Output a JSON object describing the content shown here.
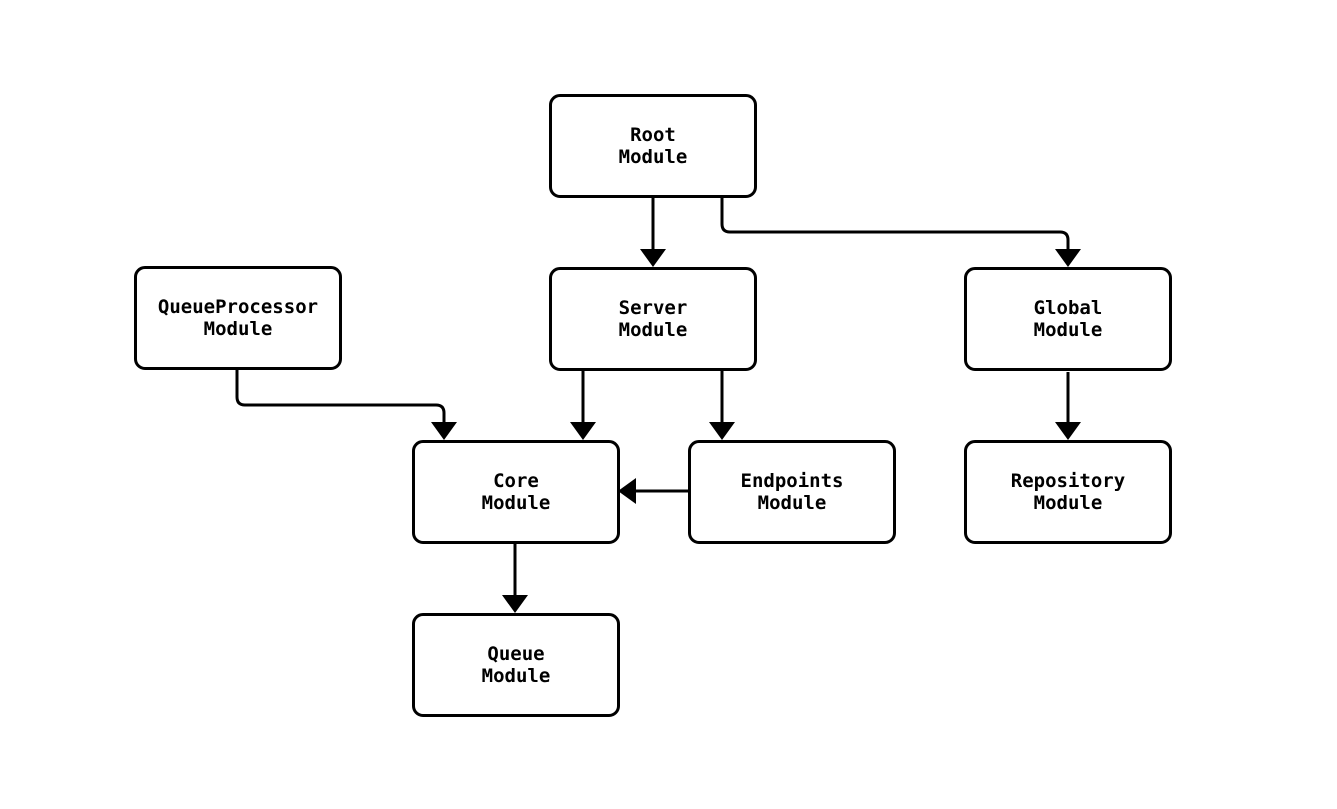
{
  "diagram": {
    "background_color": "#ffffff",
    "stroke_color": "#000000",
    "node_fill_color": "#ffffff",
    "node_text_color": "#000000",
    "nodes": [
      {
        "id": "root",
        "line1": "Root",
        "line2": "Module"
      },
      {
        "id": "queueprocessor",
        "line1": "QueueProcessor",
        "line2": "Module"
      },
      {
        "id": "server",
        "line1": "Server",
        "line2": "Module"
      },
      {
        "id": "global",
        "line1": "Global",
        "line2": "Module"
      },
      {
        "id": "core",
        "line1": "Core",
        "line2": "Module"
      },
      {
        "id": "endpoints",
        "line1": "Endpoints",
        "line2": "Module"
      },
      {
        "id": "repository",
        "line1": "Repository",
        "line2": "Module"
      },
      {
        "id": "queue",
        "line1": "Queue",
        "line2": "Module"
      }
    ],
    "edges": [
      {
        "from": "root",
        "to": "server"
      },
      {
        "from": "root",
        "to": "global"
      },
      {
        "from": "queueprocessor",
        "to": "core"
      },
      {
        "from": "server",
        "to": "core"
      },
      {
        "from": "server",
        "to": "endpoints"
      },
      {
        "from": "endpoints",
        "to": "core"
      },
      {
        "from": "global",
        "to": "repository"
      },
      {
        "from": "core",
        "to": "queue"
      }
    ]
  }
}
